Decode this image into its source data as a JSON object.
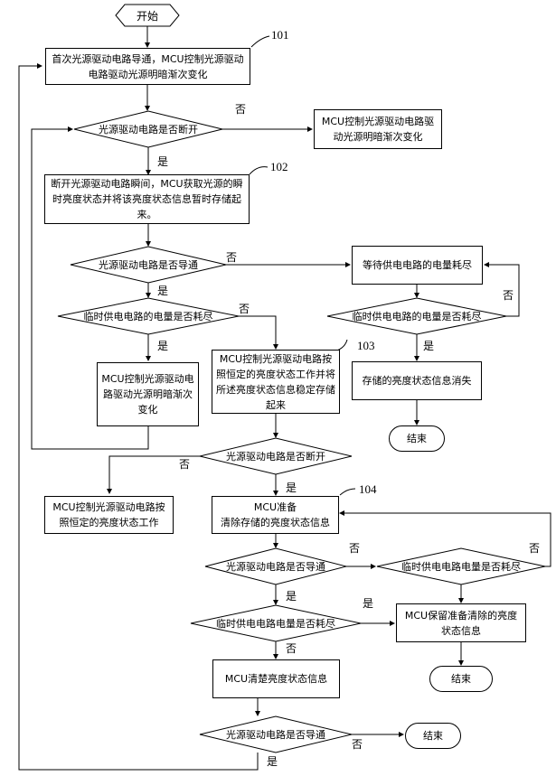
{
  "start": "开始",
  "refs": {
    "r101": "101",
    "r102": "102",
    "r103": "103",
    "r104": "104"
  },
  "boxes": {
    "b101": "首次光源驱动电路导通，MCU控制光源驱动电路驱动光源明暗渐次变化",
    "right1": "MCU控制光源驱动电路驱动光源明暗渐次变化",
    "b102": "断开光源驱动电路瞬间，MCU获取光源的瞬时亮度状态并将该亮度状态信息暂时存储起来。",
    "wait": "等待供电电路的电量耗尽",
    "vanish": "存储的亮度状态信息消失",
    "leftgrad": "MCU控制光源驱动电路驱动光源明暗渐次变化",
    "b103": "MCU控制光源驱动电路按照恒定的亮度状态工作并将所述亮度状态信息稳定存储起来",
    "constant": "MCU控制光源驱动电路按照恒定的亮度状态工作",
    "b104_line1": "MCU准备",
    "b104_line2": "清除存储的亮度状态信息",
    "keep": "MCU保留准备清除的亮度状态信息",
    "clear": "MCU清楚亮度状态信息"
  },
  "decisions": {
    "d1": "光源驱动电路是否断开",
    "d2": "光源驱动电路是否导通",
    "d3": "临时供电电路的电量是否耗尽",
    "d4": "临时供电电路的电量是否耗尽",
    "d5": "光源驱动电路是否断开",
    "d6": "光源驱动电路是否导通",
    "d7": "临时供电电路电量是否耗尽",
    "d8": "临时供电电路电量是否耗尽",
    "d9": "光源驱动电路是否导通"
  },
  "ends": {
    "e1": "结束",
    "e2": "结束",
    "e3": "结束"
  },
  "labels": {
    "yes": "是",
    "no": "否"
  }
}
